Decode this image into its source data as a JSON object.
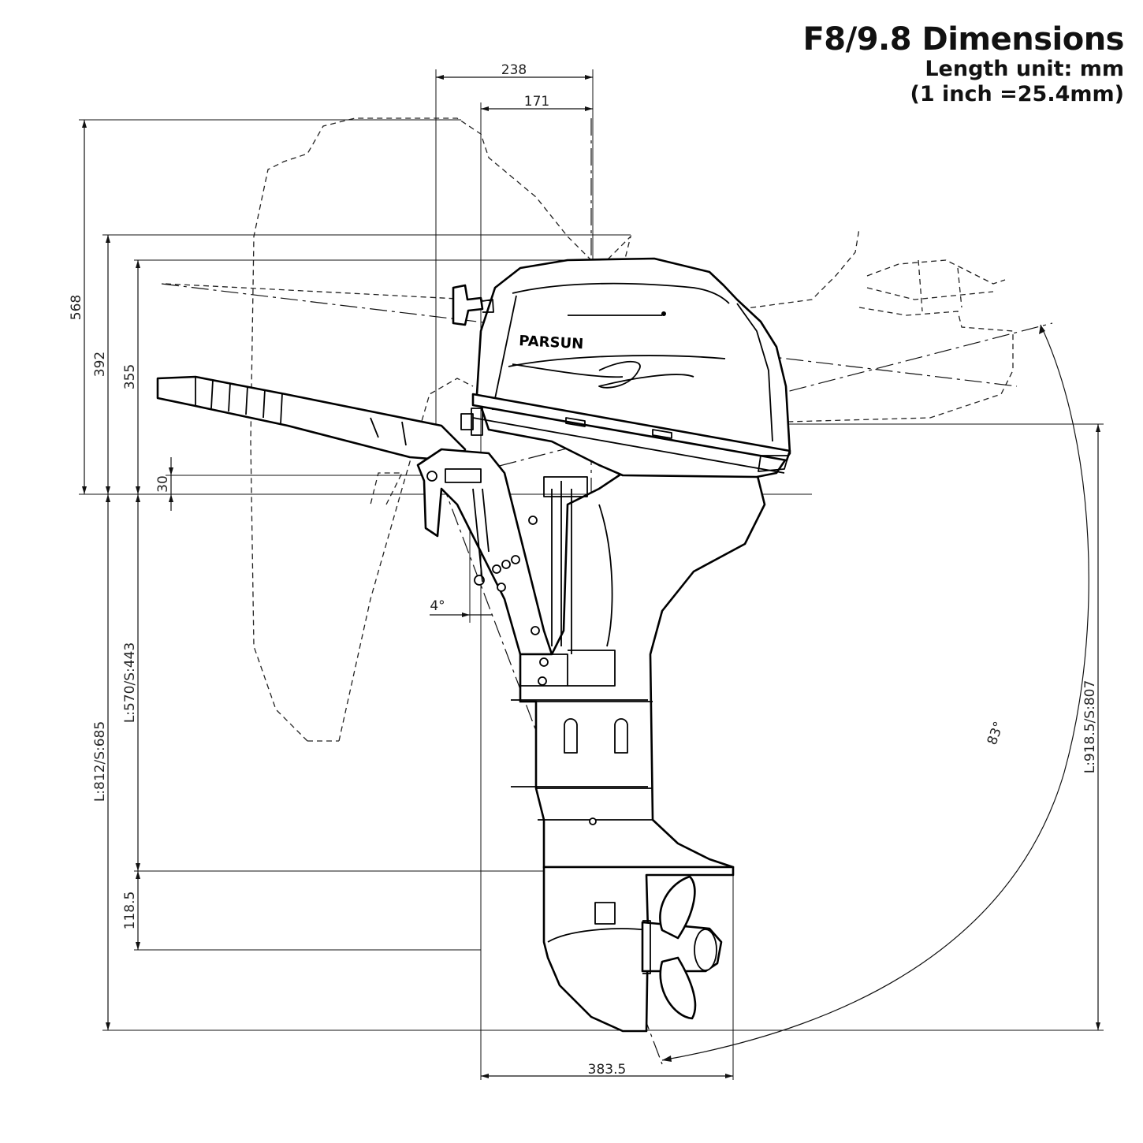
{
  "header": {
    "title": "F8/9.8 Dimensions",
    "unit_line": "Length unit: mm",
    "conversion_line": "(1 inch =25.4mm)"
  },
  "brand_label": "PARSUN",
  "dimensions": {
    "width_top": "238",
    "width_inner": "171",
    "height_total": "568",
    "height_392": "392",
    "height_355": "355",
    "offset_30": "30",
    "tilt_angle": "4°",
    "shaft_short": "L:570/S:443",
    "shaft_total": "L:812/S:685",
    "height_118": "118.5",
    "reach": "L:918.5/S:807",
    "tilt_range": "83°",
    "depth_bottom": "383.5"
  },
  "colors": {
    "ink": "#111111",
    "paper": "#ffffff"
  }
}
